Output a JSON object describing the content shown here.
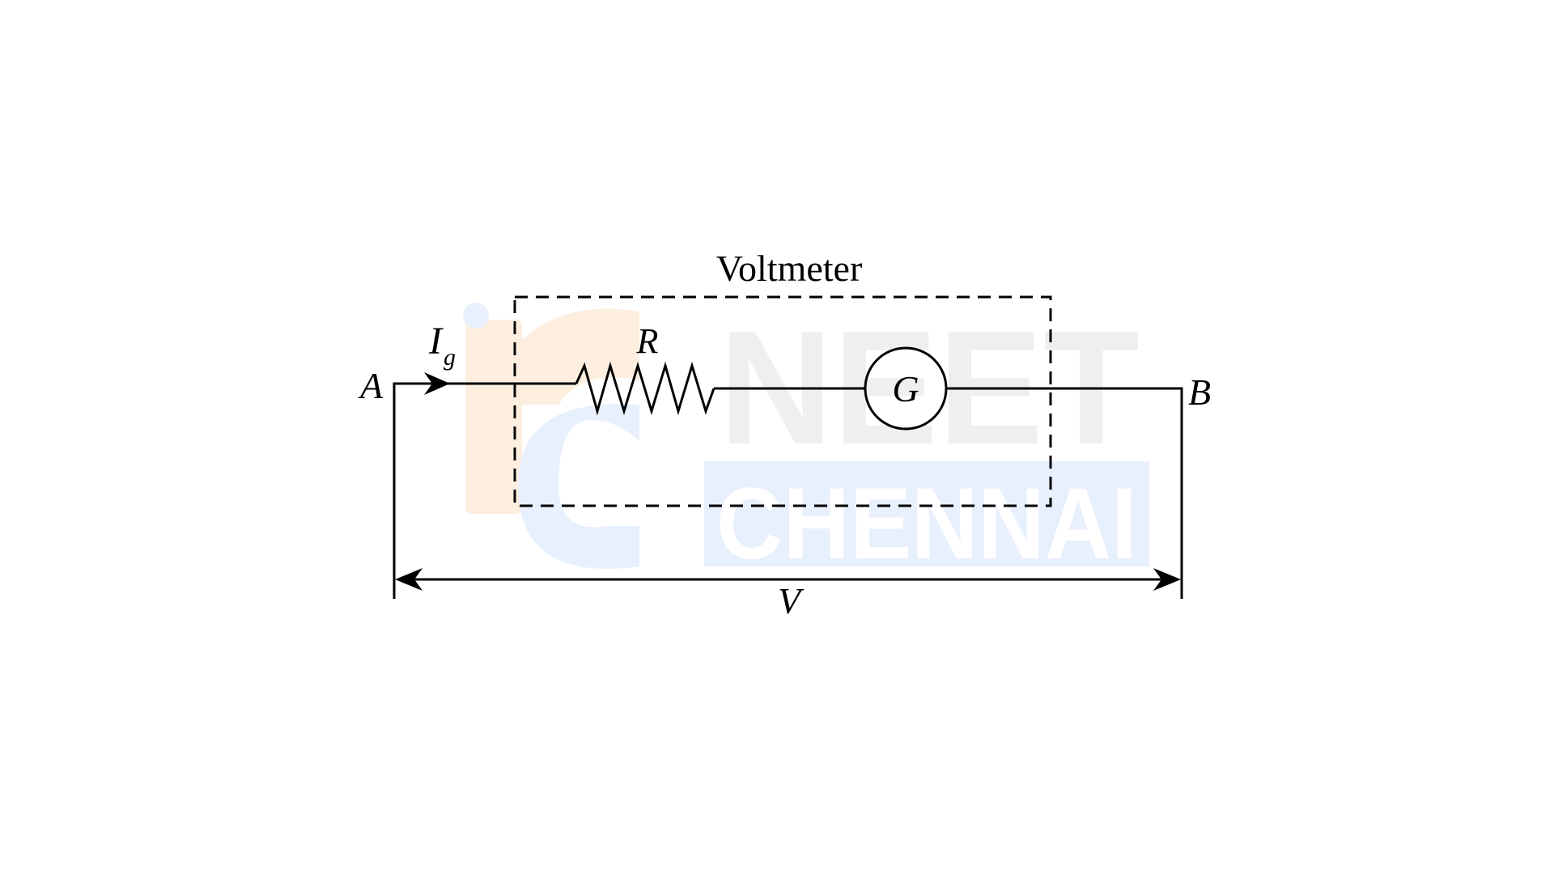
{
  "diagram": {
    "box_label": "Voltmeter",
    "terminal_a": "A",
    "terminal_b": "B",
    "current_symbol": "I",
    "current_subscript": "g",
    "resistor_label": "R",
    "galvanometer_label": "G",
    "voltage_label": "V"
  },
  "watermark": {
    "logo_text_top": "NEET",
    "logo_text_bottom": "CHENNAI",
    "colors": {
      "orange": "#fdeee0",
      "blue": "#e8effd",
      "gray": "#efefef"
    }
  }
}
